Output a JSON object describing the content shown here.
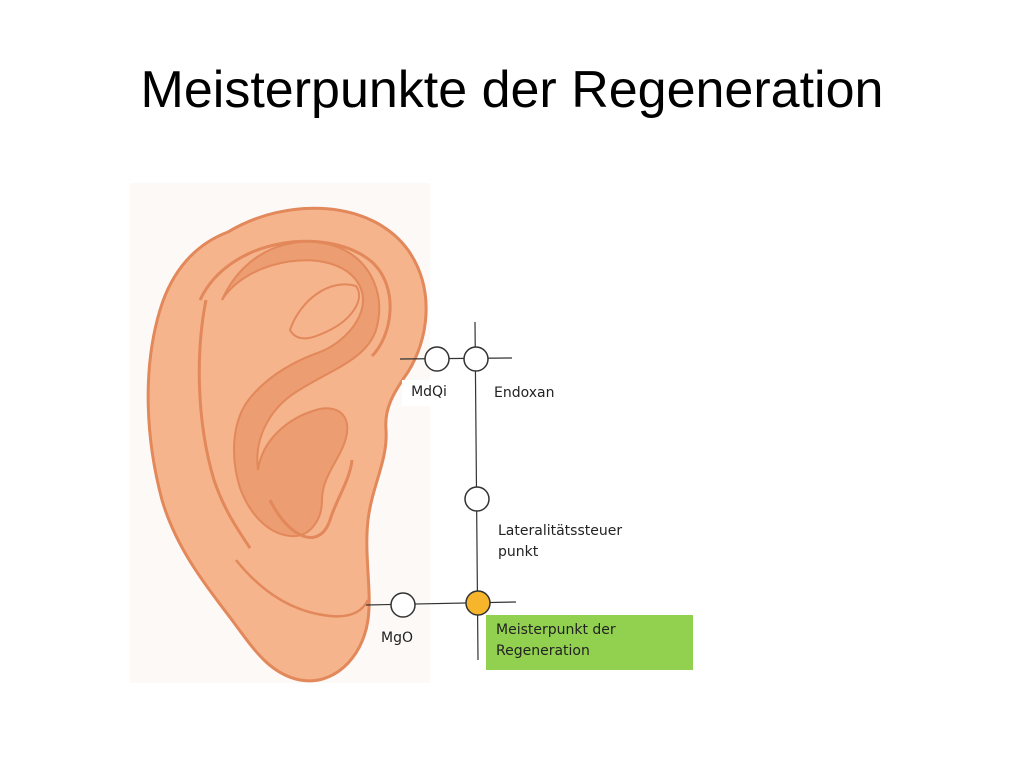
{
  "slide": {
    "title": "Meisterpunkte der Regeneration"
  },
  "points": {
    "mdqi": "MdQi",
    "endoxan": "Endoxan",
    "lateral_line1": "Lateralitätssteuer",
    "lateral_line2": "punkt",
    "mgo": "MgO",
    "meister_line1": "Meisterpunkt der",
    "meister_line2": "Regeneration"
  },
  "colors": {
    "ear_skin": "#f5b48c",
    "ear_outline": "#e2885a",
    "ear_shadow": "#ec9d72",
    "highlight_point": "#f6b52a",
    "highlight_box": "#92d050"
  },
  "icons": [
    "ear-illustration",
    "point-marker-icon"
  ]
}
